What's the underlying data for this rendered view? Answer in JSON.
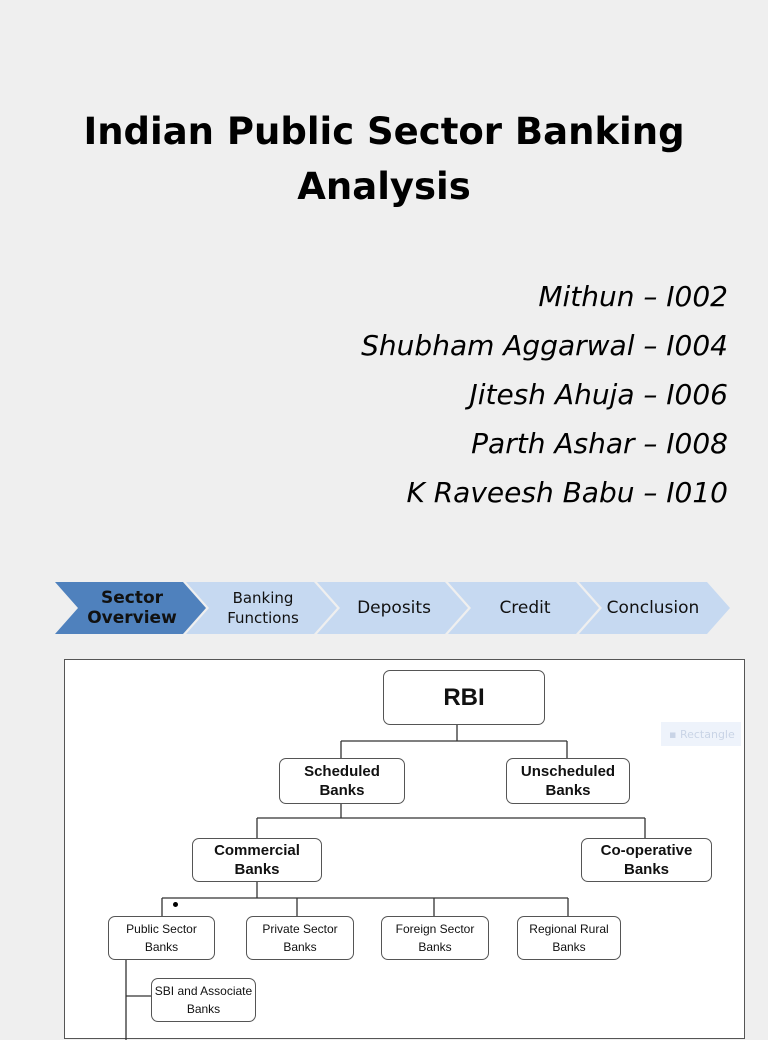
{
  "title_line1": "Indian Public Sector Banking",
  "title_line2": "Analysis",
  "authors": [
    "Mithun – I002",
    "Shubham Aggarwal – I004",
    "Jitesh Ahuja – I006",
    "Parth Ashar – I008",
    "K Raveesh Babu – I010"
  ],
  "nav": {
    "active_color": "#4f81bd",
    "inactive_color": "#c6d9f1",
    "steps": [
      {
        "line1": "Sector",
        "line2": "Overview",
        "active": true
      },
      {
        "line1": "Banking",
        "line2": "Functions",
        "active": false
      },
      {
        "line1": "Deposits",
        "line2": "",
        "active": false
      },
      {
        "line1": "Credit",
        "line2": "",
        "active": false
      },
      {
        "line1": "Conclusion",
        "line2": "",
        "active": false
      }
    ]
  },
  "org_chart": {
    "root": "RBI",
    "scheduled_1": "Scheduled",
    "scheduled_2": "Banks",
    "unscheduled_1": "Unscheduled",
    "unscheduled_2": "Banks",
    "commercial_1": "Commercial",
    "commercial_2": "Banks",
    "coop_1": "Co-operative",
    "coop_2": "Banks",
    "public_1": "Public Sector",
    "public_2": "Banks",
    "private_1": "Private Sector",
    "private_2": "Banks",
    "foreign_1": "Foreign Sector",
    "foreign_2": "Banks",
    "rrb_1": "Regional Rural",
    "rrb_2": "Banks",
    "sbi_1": "SBI and Associate",
    "sbi_2": "Banks",
    "ghost_label": "Rectangle"
  }
}
